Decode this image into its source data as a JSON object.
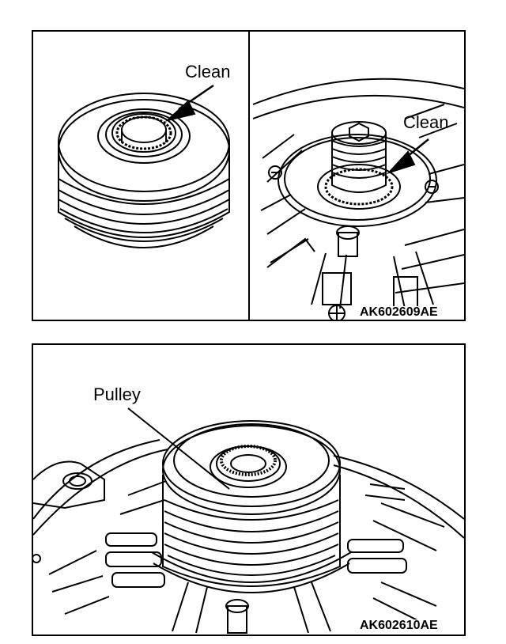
{
  "figure_top": {
    "left_panel": {
      "label": "Clean"
    },
    "right_panel": {
      "label": "Clean"
    },
    "code": "AK602609AE"
  },
  "figure_bottom": {
    "label": "Pulley",
    "code": "AK602610AE"
  },
  "colors": {
    "ink": "#000000",
    "paper": "#ffffff"
  },
  "icons": [
    "arrow-icon",
    "bolt-icon",
    "pulley-drawing",
    "alternator-drawing"
  ]
}
